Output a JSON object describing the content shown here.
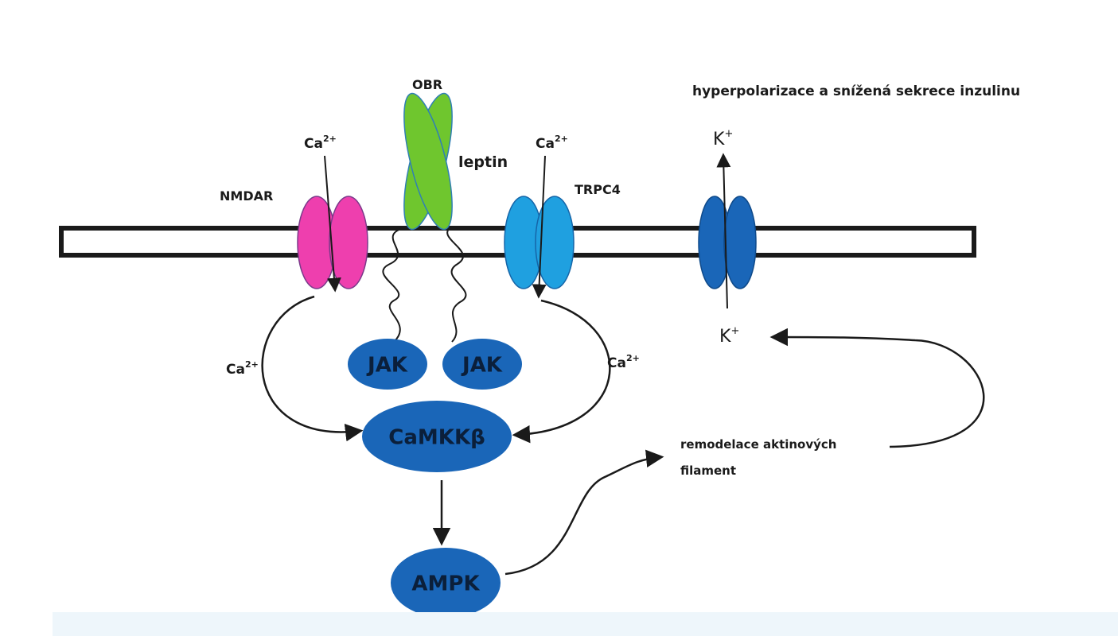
{
  "labels": {
    "obr": "OBR",
    "leptin": "leptin",
    "nmdar": "NMDAR",
    "trpc4": "TRPC4",
    "hyperpolarization": "hyperpolarizace a snížená sekrece inzulinu",
    "remodel_line1": "remodelace aktinových",
    "remodel_line2": "filament"
  },
  "ions": {
    "ca_base": "Ca",
    "ca_charge": "2+",
    "k_base": "K",
    "k_charge": "+"
  },
  "nodes": {
    "jak_left": "JAK",
    "jak_right": "JAK",
    "camkk": "CaMKKβ",
    "ampk": "AMPK"
  },
  "colors": {
    "nmdar": "#ee3fae",
    "obr": "#6fc62e",
    "obr_stroke": "#2f7fb5",
    "trpc4": "#1fa0e0",
    "k_channel": "#1a66b8",
    "node": "#1a66b8",
    "membrane": "#1a1a1a"
  }
}
